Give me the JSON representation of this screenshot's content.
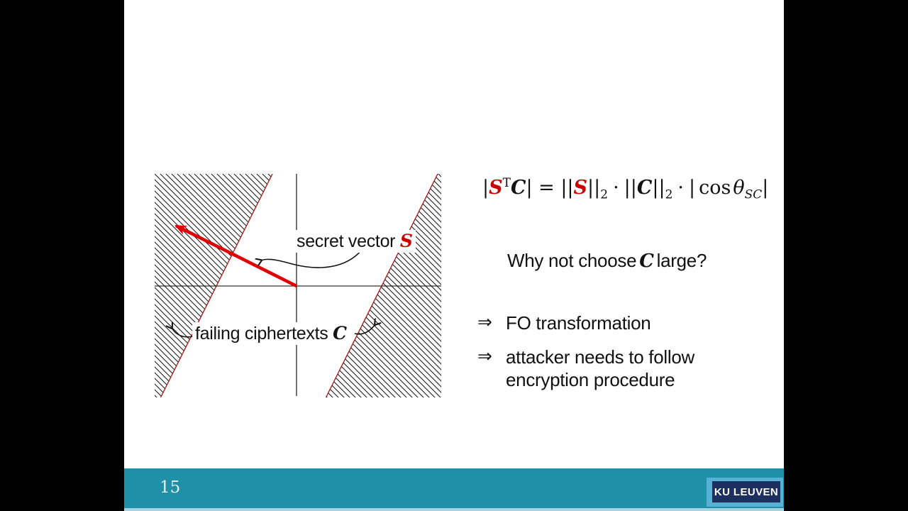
{
  "slide": {
    "diagram": {
      "secret_label": {
        "text": "secret vector",
        "symbol": "S"
      },
      "failing_label": {
        "text": "failing ciphertexts",
        "symbol": "C"
      }
    },
    "formula": {
      "open": "|",
      "S1": "S",
      "sup_T": "T",
      "C1": "C",
      "mid1": "| = ||",
      "S2": "S",
      "mid2": "||",
      "sub_2a": "2",
      "cdot1": "·",
      "mid3": "||",
      "C2": "C",
      "mid4": "||",
      "sub_2b": "2",
      "cdot2": "·",
      "mid5": "|",
      "cos": "cos",
      "theta": "θ",
      "sub_SC": "SC",
      "close": "|"
    },
    "why": {
      "pre": "Why not choose",
      "c": "C",
      "post": "large?"
    },
    "bullets": [
      {
        "arrow": "⇒",
        "lines": [
          "FO transformation"
        ]
      },
      {
        "arrow": "⇒",
        "lines": [
          "attacker needs to follow",
          "encryption procedure"
        ]
      }
    ],
    "footer": {
      "page_number": "15",
      "logo_text": "KU LEUVEN"
    },
    "colors": {
      "footer_teal": "#2090a9",
      "footer_strip_blue": "#a6d3e0",
      "vector_red": "#e00000",
      "boundary_red": "#aa1111",
      "math_red": "#cc0000",
      "logo_navy": "#1c2f5e",
      "logo_border_blue": "#57b1d4"
    }
  }
}
